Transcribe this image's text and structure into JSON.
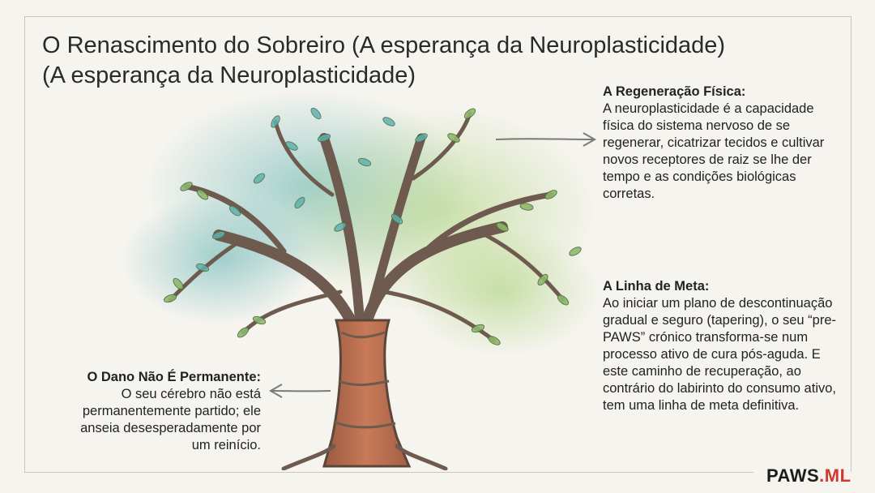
{
  "title": {
    "line1": "O Renascimento do Sobreiro (A esperança da Neuroplasticidade)",
    "line2": "(A esperança da Neuroplasticidade)"
  },
  "sections": {
    "regeneracao": {
      "heading": "A Regeneração Física:",
      "text": "A neuroplasticidade é a capacidade física do sistema nervoso de se regenerar, cicatrizar tecidos e cultivar novos receptores de raiz se lhe der tempo e as condições biológicas corretas."
    },
    "meta": {
      "heading": "A Linha de Meta:",
      "text": "Ao iniciar um plano de descontinuação gradual e seguro (tapering), o seu “pre-PAWS” crónico transforma-se num processo ativo de cura pós-aguda. E este caminho de recuperação, ao contrário do labirinto do consumo ativo, tem uma linha de meta definitiva."
    },
    "dano": {
      "heading": "O Dano Não É Permanente:",
      "text": "O seu cérebro não está permanentemente partido; ele anseia desesperadamente por um reinício."
    }
  },
  "brand": {
    "name": "PAWS",
    "suffix": ".ML"
  },
  "colors": {
    "trunk": "#b86a4b",
    "bark_dark": "#6e5a4e",
    "leaf_green": "#8fb86a",
    "leaf_teal": "#5fb2b0",
    "brand_accent": "#d2382f"
  }
}
